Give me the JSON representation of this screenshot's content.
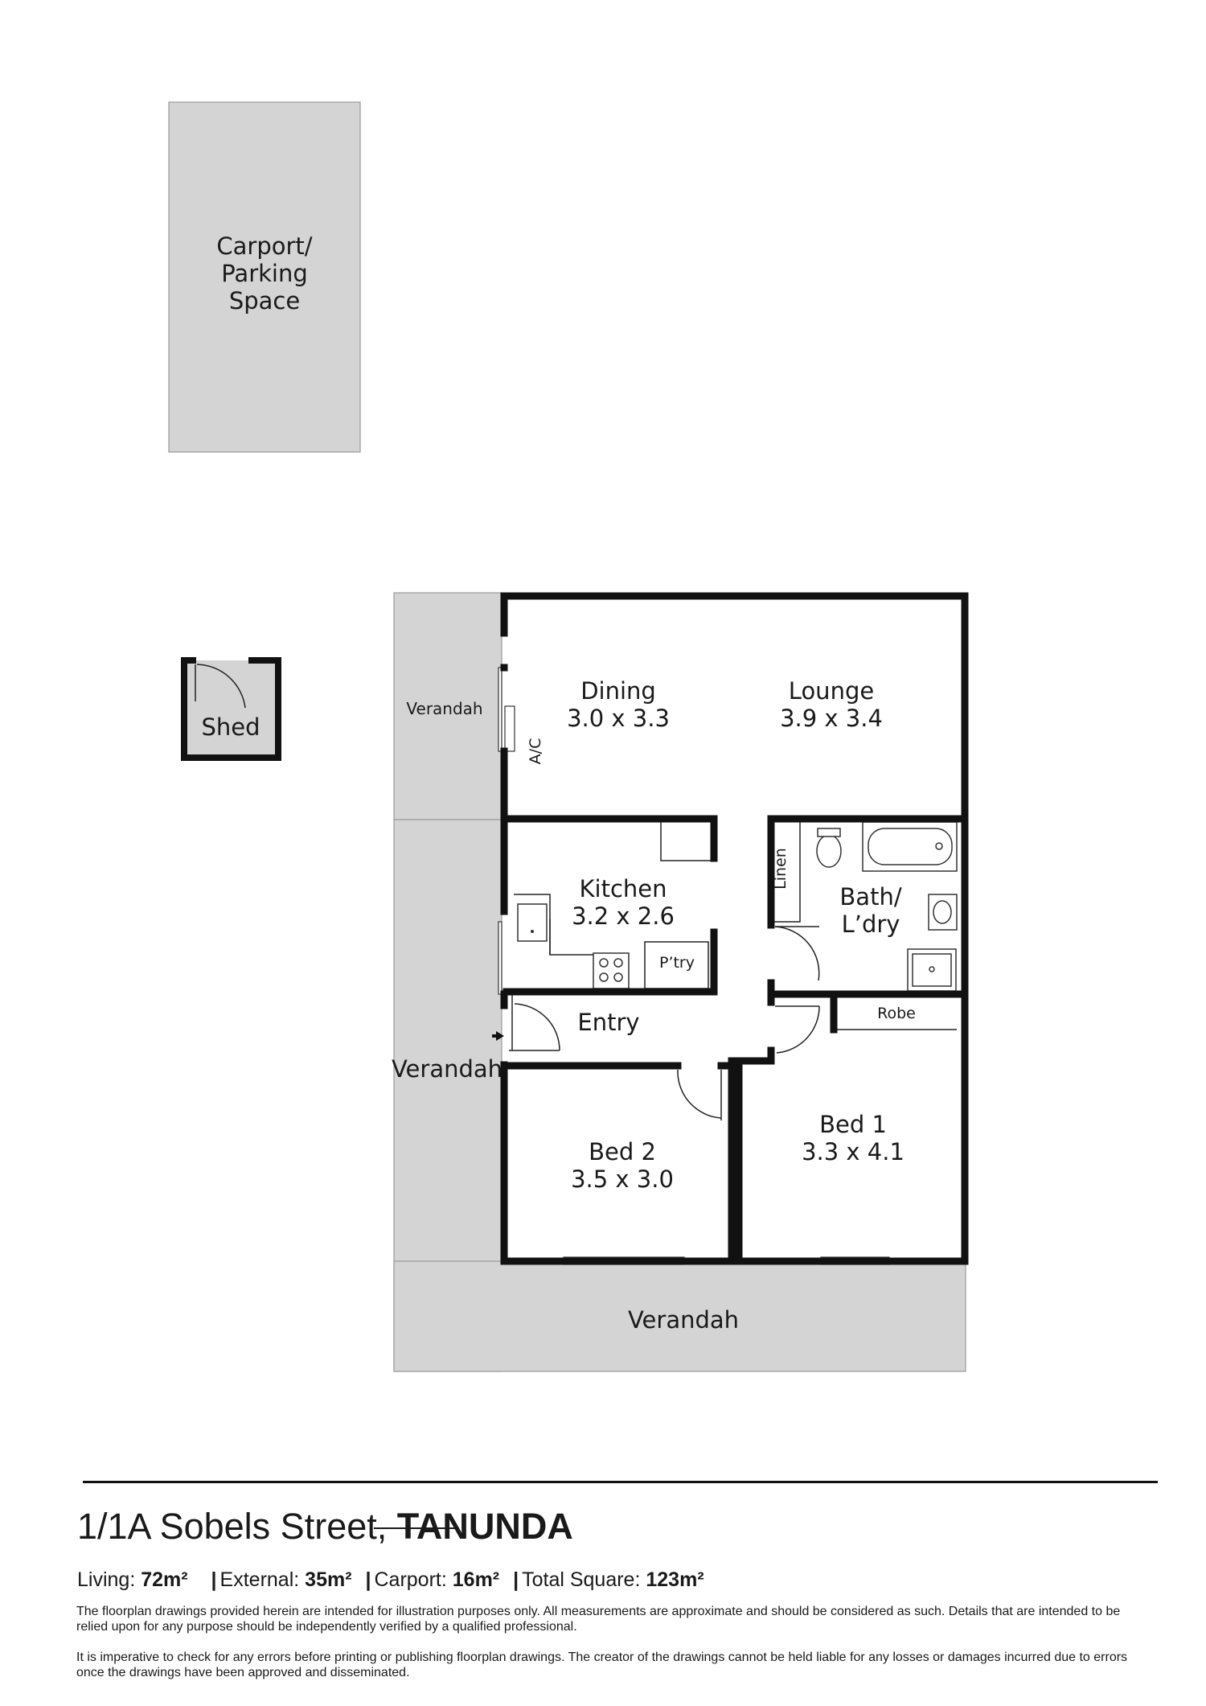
{
  "plan": {
    "carport": {
      "lines": [
        "Carport/",
        "Parking",
        "Space"
      ]
    },
    "shed": "Shed",
    "verandah_top": "Verandah",
    "verandah_mid": "Verandah",
    "verandah_bottom": "Verandah",
    "ac": "A/C",
    "dining": {
      "name": "Dining",
      "size": "3.0 x 3.3"
    },
    "lounge": {
      "name": "Lounge",
      "size": "3.9 x 3.4"
    },
    "kitchen": {
      "name": "Kitchen",
      "size": "3.2 x 2.6"
    },
    "pantry": "P’try",
    "linen": "Linen",
    "bath": {
      "line1": "Bath/",
      "line2": "L’dry"
    },
    "robe": "Robe",
    "entry": "Entry",
    "bed1": {
      "name": "Bed 1",
      "size": "3.3 x 4.1"
    },
    "bed2": {
      "name": "Bed 2",
      "size": "3.5 x 3.0"
    }
  },
  "footer": {
    "street": "1/1A Sobels Street",
    "comma": ",",
    "suburb": "TANUNDA",
    "areas": [
      {
        "label": "Living:",
        "value": "72m²"
      },
      {
        "label": "External:",
        "value": "35m²"
      },
      {
        "label": "Carport:",
        "value": "16m²"
      },
      {
        "label": "Total Square:",
        "value": "123m²"
      }
    ],
    "separator": "|",
    "disclaimer_1": "The floorplan drawings provided herein are intended for illustration purposes only. All measurements are approximate and should be considered as such. Details that are intended to be relied upon for any purpose should be independently verified by a qualified professional.",
    "disclaimer_2": "It is imperative to check for any errors before printing or publishing floorplan drawings. The creator of the drawings cannot be held liable for any losses or damages incurred due to errors once the drawings have been approved and disseminated."
  }
}
